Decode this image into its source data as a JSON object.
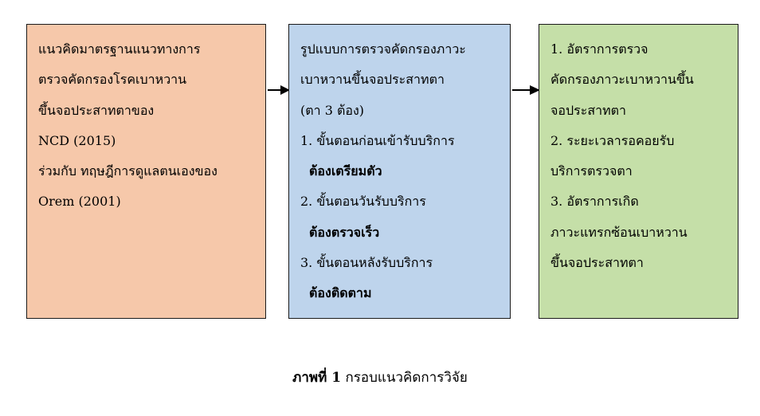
{
  "colors": {
    "left_box_fill": "#f6c8aa",
    "middle_box_fill": "#bed4ec",
    "right_box_fill": "#c5dfa8",
    "border": "#1a1a1a",
    "arrow": "#000000"
  },
  "boxes": {
    "left": {
      "lines": [
        "แนวคิดมาตรฐานแนวทางการ",
        "ตรวจคัดกรองโรคเบาหวาน",
        "ขึ้นจอประสาทตาของ",
        "NCD (2015)",
        "ร่วมกับ ทฤษฎีการดูแลตนเองของ",
        "Orem (2001)"
      ]
    },
    "middle": {
      "lines": [
        "รูปแบบการตรวจคัดกรองภาวะ",
        "เบาหวานขึ้นจอประสาทตา",
        "(ตา 3 ต้อง)",
        "1. ขั้นตอนก่อนเข้ารับบริการ",
        "ต้องเตรียมตัว",
        "2. ขั้นตอนวันรับบริการ",
        "ต้องตรวจเร็ว",
        "3. ขั้นตอนหลังรับบริการ",
        "ต้องติดตาม"
      ]
    },
    "right": {
      "lines": [
        "1. อัตราการตรวจ",
        "คัดกรองภาวะเบาหวานขึ้น",
        "จอประสาทตา",
        "2. ระยะเวลารอคอยรับ",
        "บริการตรวจตา",
        "3. อัตราการเกิด",
        "ภาวะแทรกซ้อนเบาหวาน",
        "ขึ้นจอประสาทตา"
      ]
    }
  },
  "caption": {
    "label": "ภาพที่ 1",
    "text": "กรอบแนวคิดการวิจัย"
  }
}
